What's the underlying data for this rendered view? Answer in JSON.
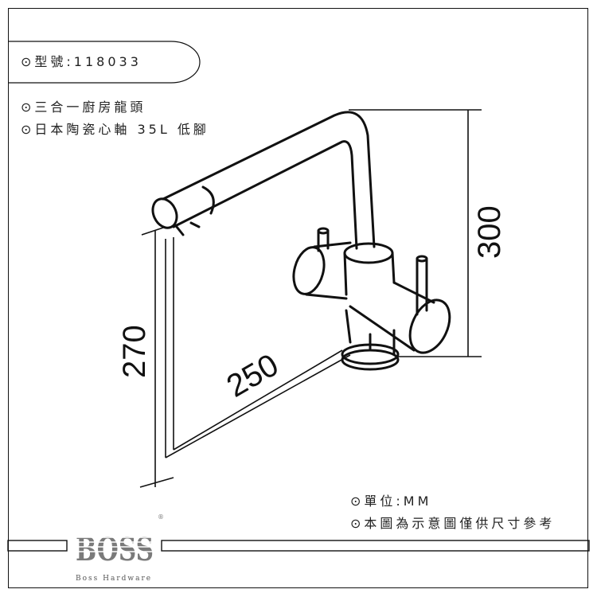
{
  "model": {
    "label": "⊙型號:118033"
  },
  "features": [
    "⊙三合一廚房龍頭",
    "⊙日本陶瓷心軸 35L 低腳"
  ],
  "dimensions": {
    "height": "300",
    "spout_height": "270",
    "reach": "250"
  },
  "notes": [
    "⊙單位:MM",
    "⊙本圖為示意圖僅供尺寸參考"
  ],
  "brand": {
    "logo": "BOSS",
    "subtitle": "Boss Hardware",
    "registered": "®",
    "color": "#7a7a7a"
  }
}
